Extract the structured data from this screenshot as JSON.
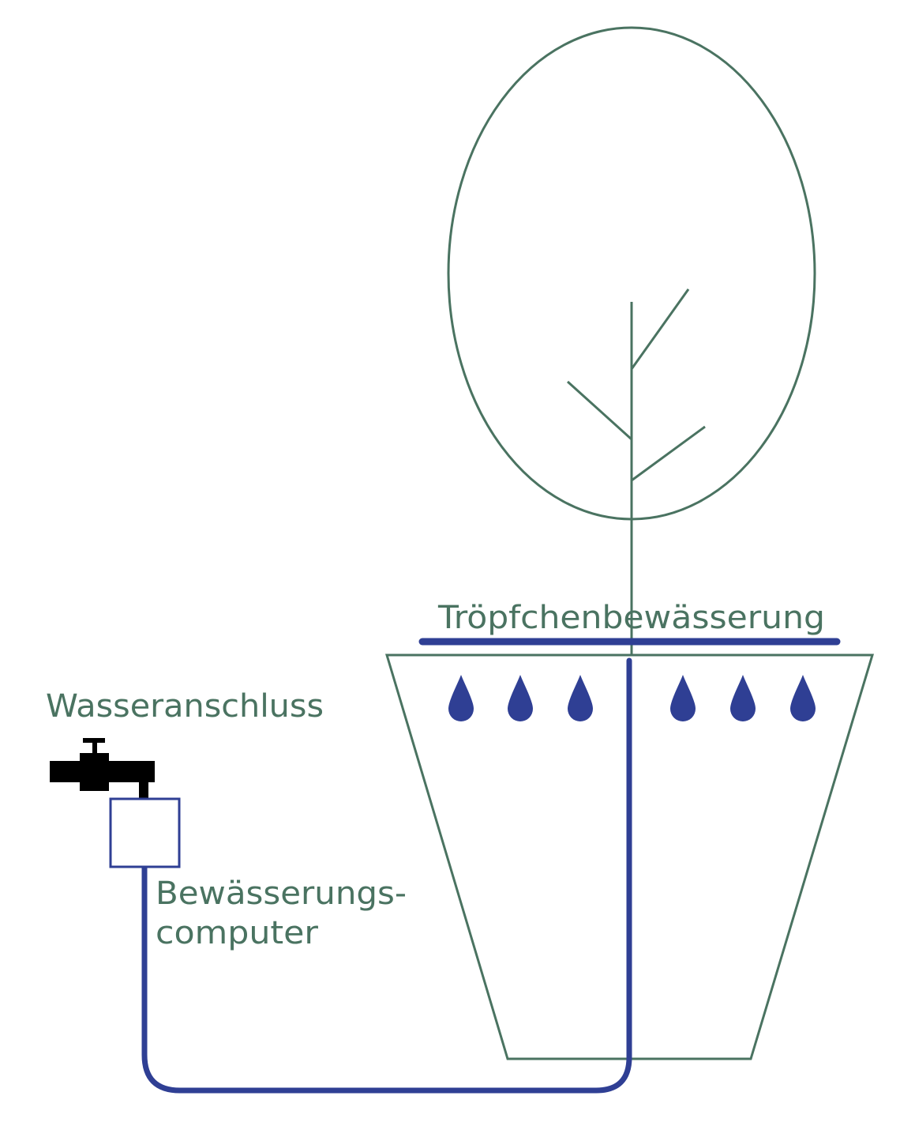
{
  "labels": {
    "water_connection": "Wasseranschluss",
    "drip_irrigation": "Tröpfchenbewässerung",
    "irrigation_computer_line1": "Bewässerungs-",
    "irrigation_computer_line2": "computer"
  },
  "colors": {
    "plant_outline": "#4a7361",
    "water_blue": "#2f3f94",
    "faucet": "#000000",
    "label_text": "#4a7361"
  },
  "drop_count": 6
}
